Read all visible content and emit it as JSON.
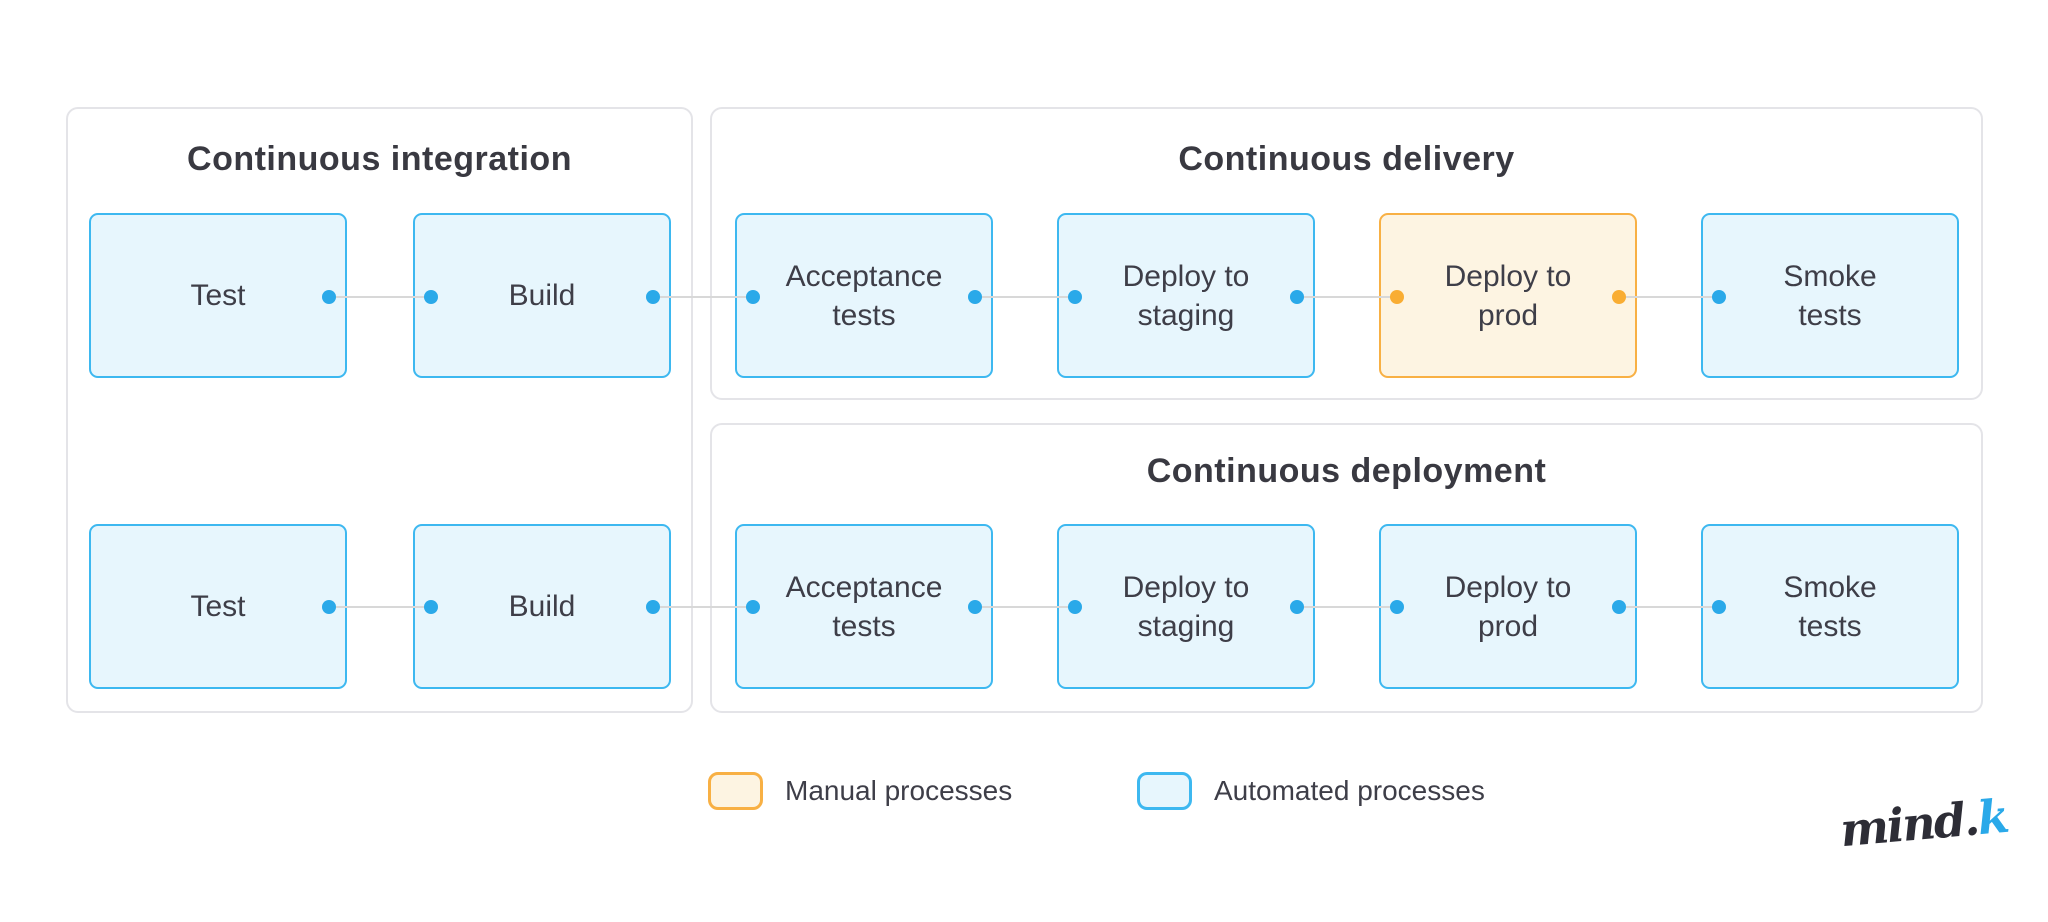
{
  "panels": {
    "ci": {
      "title": "Continuous integration"
    },
    "delivery": {
      "title": "Continuous delivery"
    },
    "deployment": {
      "title": "Continuous deployment"
    }
  },
  "stages": {
    "test": {
      "l1": "Test",
      "l2": ""
    },
    "build": {
      "l1": "Build",
      "l2": ""
    },
    "acceptance": {
      "l1": "Acceptance",
      "l2": "tests"
    },
    "staging": {
      "l1": "Deploy to",
      "l2": "staging"
    },
    "prod": {
      "l1": "Deploy to",
      "l2": "prod"
    },
    "smoke": {
      "l1": "Smoke",
      "l2": "tests"
    }
  },
  "legend": {
    "manual": "Manual processes",
    "automated": "Automated processes"
  },
  "logo": {
    "dark": "mind.",
    "accent": "k"
  },
  "colors": {
    "automated_fill": "#e7f6fd",
    "automated_border": "#3db8f0",
    "manual_fill": "#fdf4e2",
    "manual_border": "#f8b044",
    "dot_blue": "#2aa9e9",
    "dot_orange": "#f9ad33",
    "connector_line": "#d8d8d8",
    "panel_border": "#e4e4e8",
    "text": "#3e3e48",
    "logo_dark": "#2d2d36",
    "logo_accent": "#2aa9e9"
  }
}
